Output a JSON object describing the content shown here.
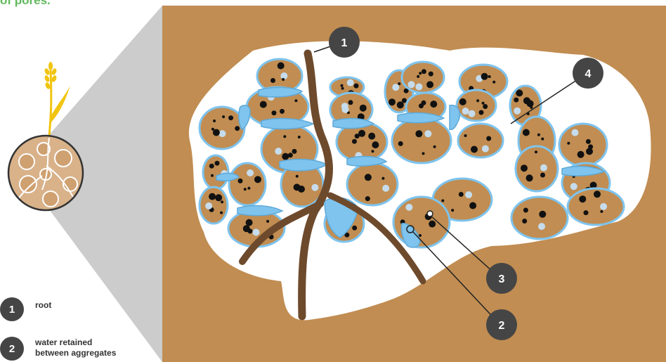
{
  "header": {
    "title_fragment": "of pores."
  },
  "callouts": [
    {
      "number": "1",
      "label": "root"
    },
    {
      "number": "2",
      "label": "water retained between aggregates"
    },
    {
      "number": "3",
      "label": ""
    },
    {
      "number": "4",
      "label": ""
    }
  ],
  "colors": {
    "soil": "#c18d52",
    "aggregate": "#c18d52",
    "water": "#7ec4ee",
    "root": "#6e4a2c",
    "pore_large": "#111111",
    "pore_air": "#c6dcec",
    "badge": "#454545",
    "title": "#5fb85a",
    "plant": "#f1c40f"
  }
}
